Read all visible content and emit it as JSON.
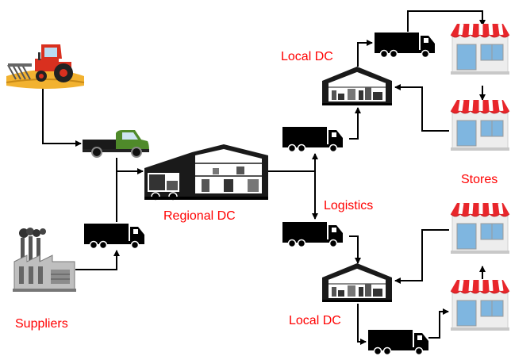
{
  "labels": {
    "local_dc_top": "Local DC",
    "regional_dc": "Regional DC",
    "logistics": "Logistics",
    "stores": "Stores",
    "suppliers": "Suppliers",
    "local_dc_bottom": "Local DC"
  },
  "icons": {
    "farm": "tractor-icon",
    "pickup": "pickup-truck-icon",
    "factory": "factory-icon",
    "regional_dc": "warehouse-icon",
    "local_dc": "warehouse-icon",
    "truck": "box-truck-icon",
    "store": "storefront-icon"
  },
  "colors": {
    "label": "#ff0000",
    "line": "#000000",
    "store_awning_red": "#e8262b",
    "store_glass": "#7fb6e0",
    "store_wall": "#eeeeee",
    "pickup_green": "#4f8a2a",
    "tractor_red": "#d9301f",
    "field_yellow": "#f2b230"
  }
}
